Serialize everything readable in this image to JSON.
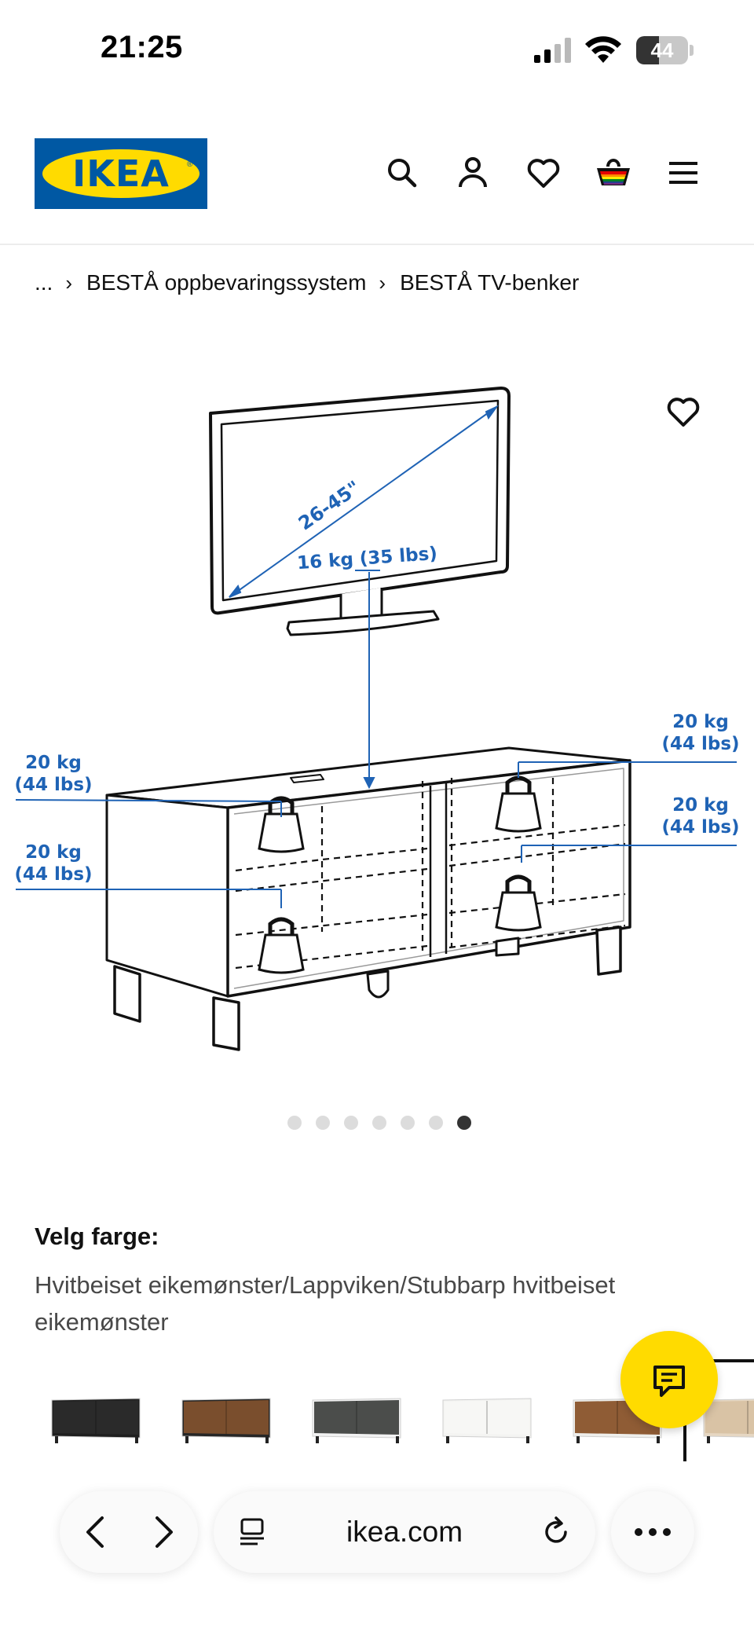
{
  "status_bar": {
    "time": "21:25",
    "battery": "44",
    "battery_level": 0.44
  },
  "header": {
    "logo_text": "IKEA",
    "icons": [
      "search-icon",
      "user-icon",
      "heart-icon",
      "basket-icon",
      "menu-icon"
    ]
  },
  "breadcrumb": {
    "ellipsis": "...",
    "items": [
      "BESTÅ oppbevaringssystem",
      "BESTÅ TV-benker"
    ]
  },
  "product_image": {
    "tv_size": "26-45\"",
    "tv_load": "16 kg (35 lbs)",
    "load_kg": "20 kg",
    "load_lbs": "(44 lbs)",
    "carousel": {
      "count": 7,
      "active_index": 6
    }
  },
  "color_selector": {
    "heading": "Velg farge:",
    "value": "Hvitbeiset eikemønster/Lappviken/Stubbarp hvitbeiset eikemønster",
    "swatches": [
      {
        "name": "black",
        "body": "#1f1f1f",
        "door": "#2a2a2a"
      },
      {
        "name": "walnut-black",
        "body": "#262626",
        "door": "#7a4e2d"
      },
      {
        "name": "white-darkgrey",
        "body": "#f2f2f2",
        "door": "#4b4d4b"
      },
      {
        "name": "white",
        "body": "#f4f4f2",
        "door": "#f7f7f5"
      },
      {
        "name": "white-walnut",
        "body": "#efefec",
        "door": "#8f5c35"
      },
      {
        "name": "oak",
        "body": "#e6d7c2",
        "door": "#d9c3a5"
      }
    ]
  },
  "browser": {
    "url": "ikea.com"
  },
  "colors": {
    "ikea_blue": "#0058a3",
    "ikea_yellow": "#ffdb00",
    "diagram_blue": "#1f63b5"
  }
}
